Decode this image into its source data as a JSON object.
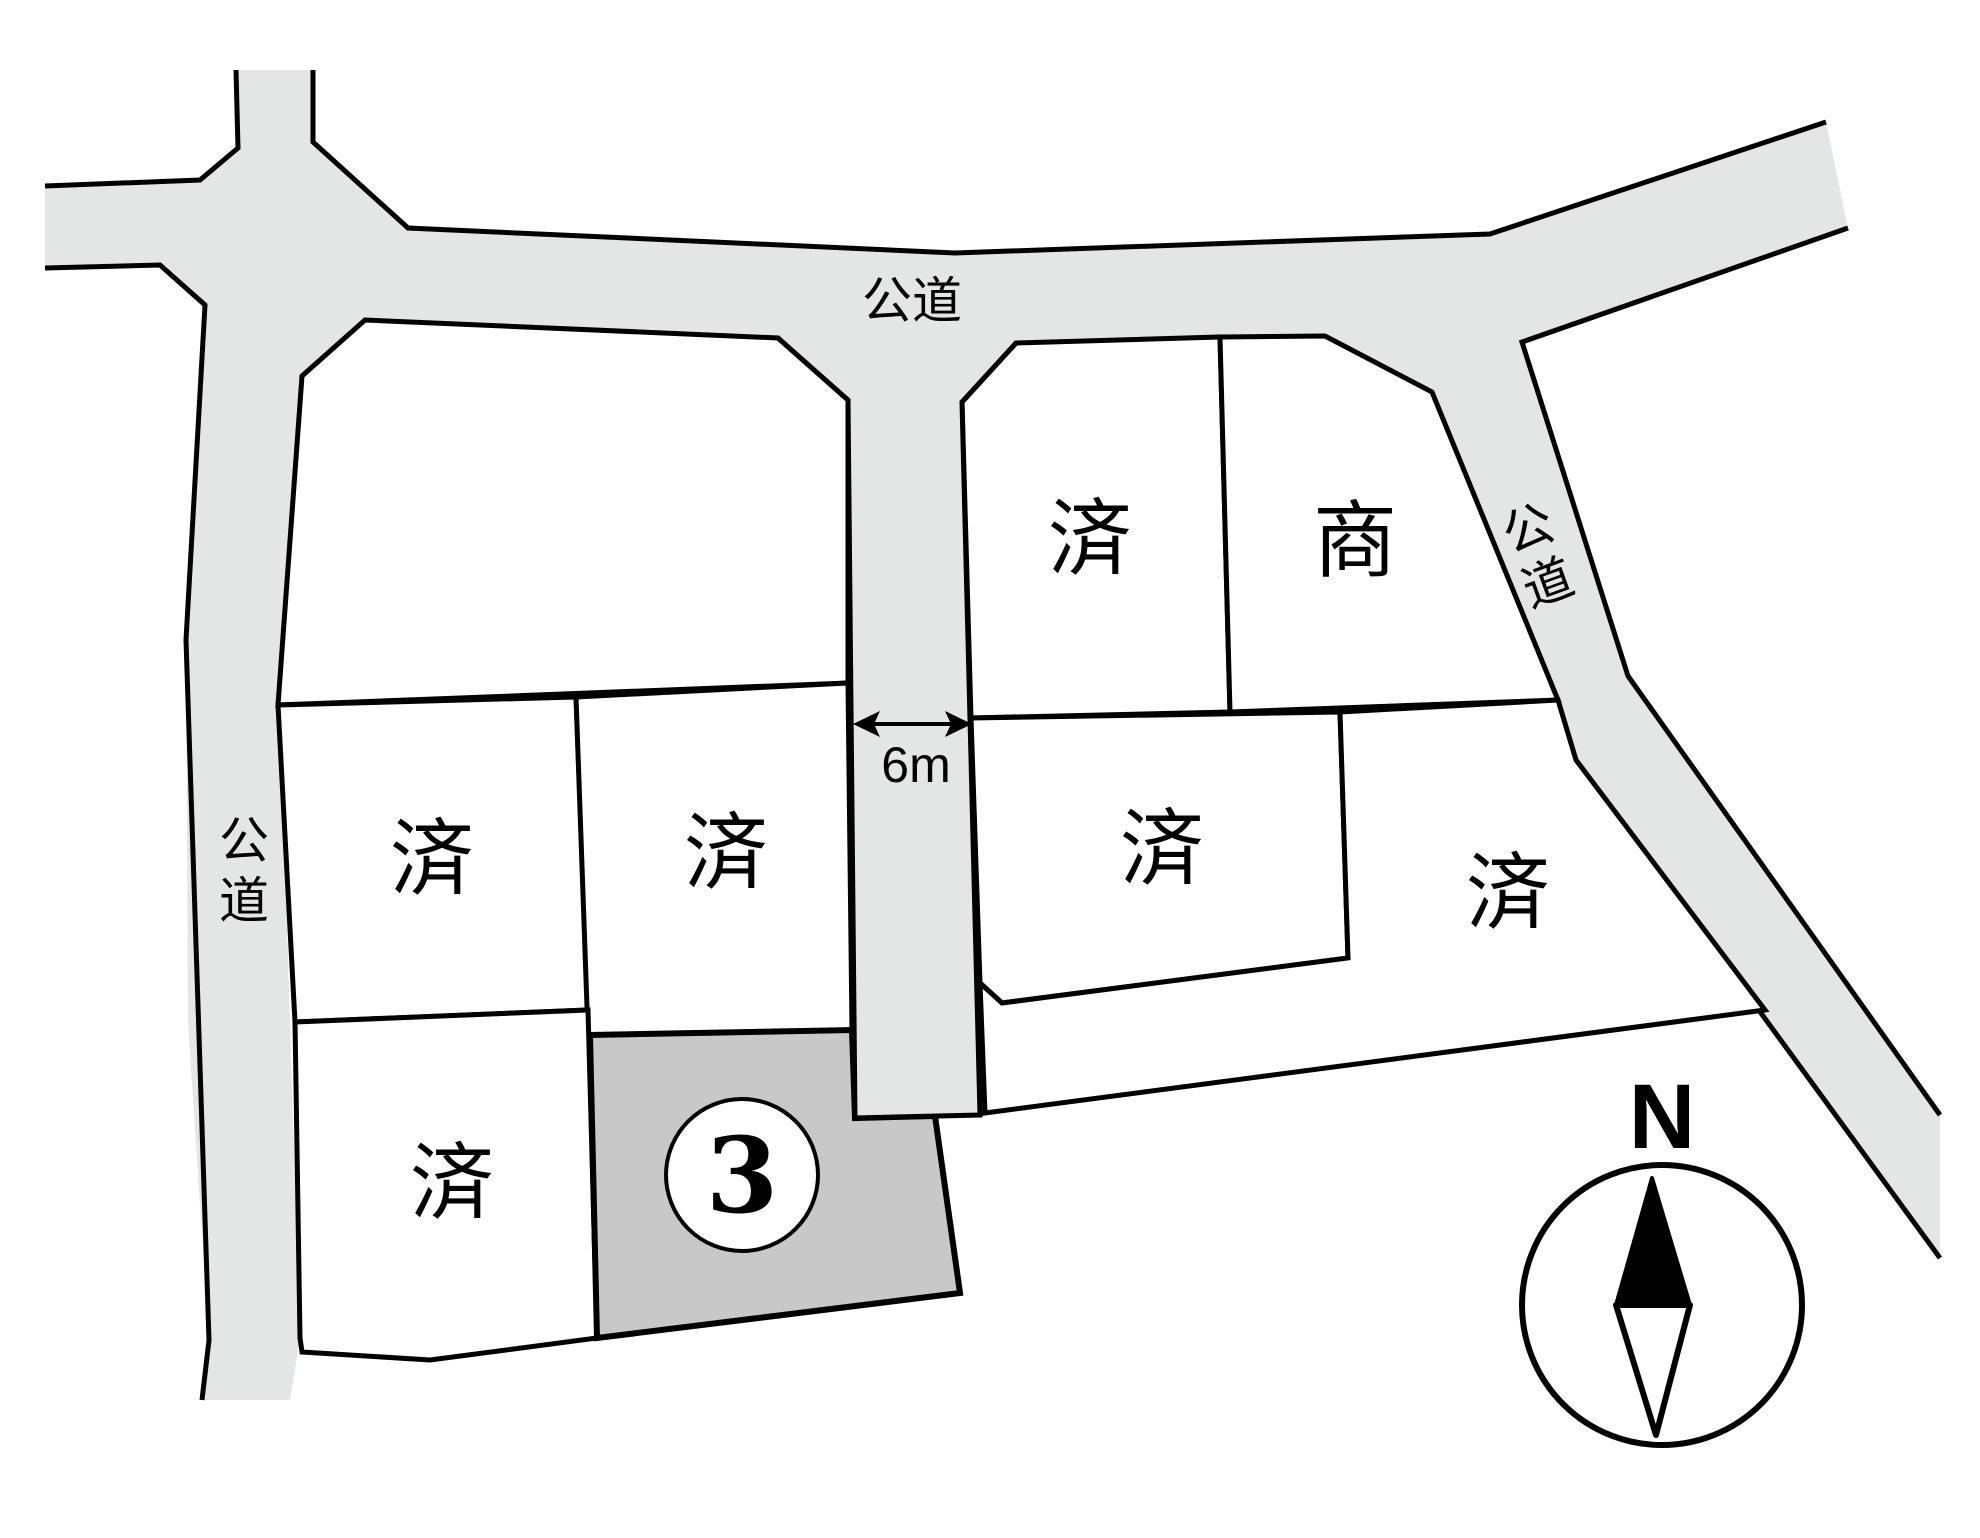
{
  "map": {
    "roads": {
      "north_label": "公道",
      "west_label_top": "公",
      "west_label_bottom": "道",
      "east_label_top": "公",
      "east_label_bottom": "道"
    },
    "private_road": {
      "width_label": "6m"
    },
    "lots": [
      {
        "id": "lot-north-left",
        "status": ""
      },
      {
        "id": "lot-north-middle",
        "status": "済"
      },
      {
        "id": "lot-north-right",
        "status": "商"
      },
      {
        "id": "lot-west-upper",
        "status": "済"
      },
      {
        "id": "lot-center-upper",
        "status": "済"
      },
      {
        "id": "lot-east-middle",
        "status": "済"
      },
      {
        "id": "lot-east-far",
        "status": "済"
      },
      {
        "id": "lot-west-lower",
        "status": "済"
      },
      {
        "id": "lot-featured",
        "status": "③",
        "number": "3"
      }
    ],
    "compass": {
      "north_label": "N"
    },
    "colors": {
      "road": "#e4e6e5",
      "featured_lot": "#c8c8c8",
      "lot": "#ffffff",
      "line": "#000000"
    }
  }
}
